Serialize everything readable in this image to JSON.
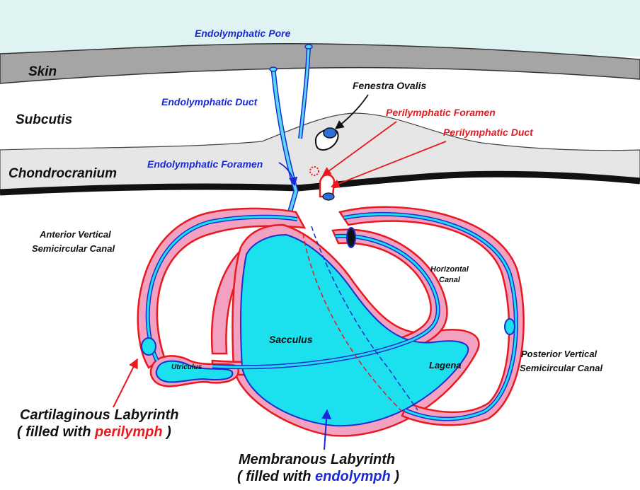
{
  "colors": {
    "sky": "#dff3f3",
    "skin": "#a5a5a5",
    "subcutis": "#ffffff",
    "chondrocranium": "#e6e6e6",
    "bone_line": "#111111",
    "perilymph_fill": "#f2a2c0",
    "perilymph_outline": "#e8191f",
    "endolymph_fill": "#1de0ef",
    "endolymph_outline": "#1b2fd0",
    "blue_label": "#1a29d6",
    "red_label": "#e8191f",
    "black_label": "#111111"
  },
  "layers": {
    "skin": "Skin",
    "subcutis": "Subcutis",
    "chondrocranium": "Chondrocranium"
  },
  "labels": {
    "endolymphatic_pore": "Endolymphatic Pore",
    "endolymphatic_duct": "Endolymphatic Duct",
    "endolymphatic_foramen": "Endolymphatic Foramen",
    "fenestra_ovalis": "Fenestra Ovalis",
    "perilymphatic_foramen": "Perilymphatic Foramen",
    "perilymphatic_duct": "Perilymphatic Duct",
    "anterior_canal_line1": "Anterior Vertical",
    "anterior_canal_line2": "Semicircular Canal",
    "horizontal_canal_line1": "Horizontal",
    "horizontal_canal_line2": "Canal",
    "posterior_canal_line1": "Posterior Vertical",
    "posterior_canal_line2": "Semicircular Canal",
    "sacculus": "Sacculus",
    "utriculus": "Utriculus",
    "lagena": "Lagena"
  },
  "legend": {
    "cartilaginous_title": "Cartilaginous Labyrinth",
    "cartilaginous_prefix": "( filled with ",
    "cartilaginous_highlight": "perilymph",
    "cartilaginous_suffix": " )",
    "membranous_title": "Membranous Labyrinth",
    "membranous_prefix": "( filled with ",
    "membranous_highlight": "endolymph",
    "membranous_suffix": " )"
  }
}
